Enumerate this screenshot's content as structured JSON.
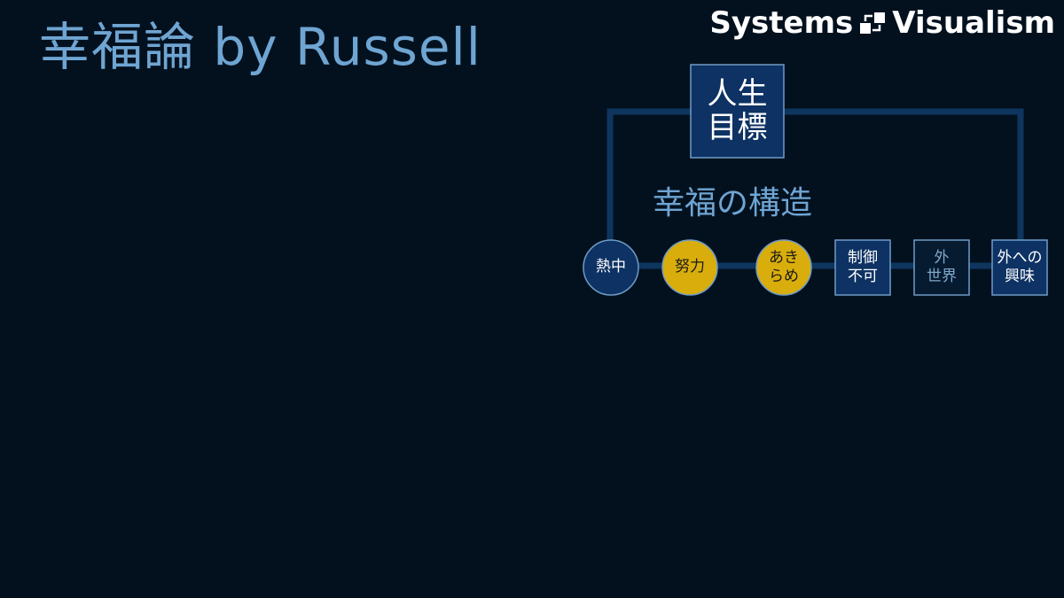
{
  "title": "幸福論 by Russell",
  "brand": {
    "left": "Systems",
    "right": "Visualism",
    "icon": "systems-loop-icon"
  },
  "diagram": {
    "goal": "人生\n目標",
    "heading": "幸福の構造",
    "nodes": [
      {
        "label": "熱中",
        "shape": "circle",
        "fill": "#0d3263",
        "text_color": "#ffffff"
      },
      {
        "label": "努力",
        "shape": "circle",
        "fill": "#d9ae0c",
        "text_color": "#1a1a1a"
      },
      {
        "label": "あき\nらめ",
        "shape": "circle",
        "fill": "#d9ae0c",
        "text_color": "#1a1a1a"
      },
      {
        "label": "制御\n不可",
        "shape": "square",
        "fill": "#0d3263",
        "text_color": "#ffffff"
      },
      {
        "label": "外\n世界",
        "shape": "square",
        "fill": "#061a30",
        "text_color": "#7fa9cc"
      },
      {
        "label": "外への\n興味",
        "shape": "square",
        "fill": "#0d3263",
        "text_color": "#ffffff"
      }
    ]
  },
  "colors": {
    "background": "#03111f",
    "title": "#6fa5d2",
    "frame": "#0e355e",
    "node_border": "#6f9cc6"
  }
}
